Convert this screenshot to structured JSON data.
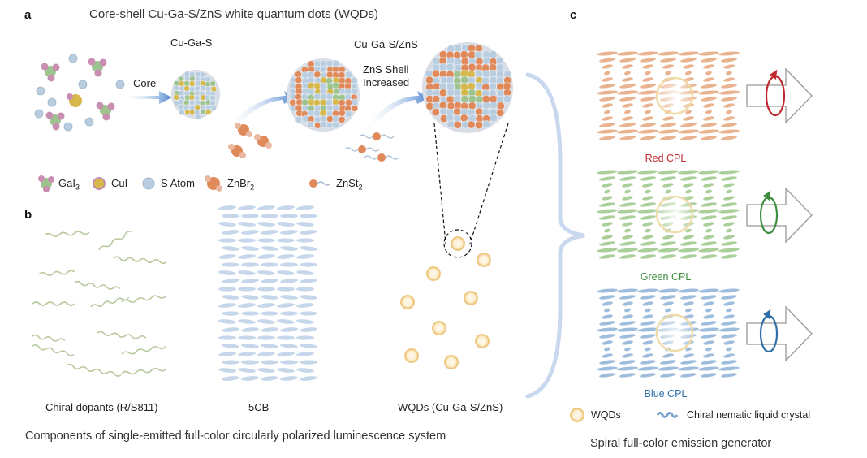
{
  "colors": {
    "arrow_blue": "#5b8fd0",
    "shell_orange": "#e0895a",
    "s_atom": "#b9cde0",
    "ga": "#9dc48f",
    "cu": "#d7b84a",
    "zn_pink": "#c98fb3",
    "wqd": "#f3d89b",
    "red_cpl": "#c0282d",
    "green_cpl": "#3c8c3f",
    "blue_cpl": "#2f6fa8",
    "orange_lc": "#e39a6a",
    "green_lc": "#8fbf78",
    "blue_lc": "#7ea6cf",
    "dopant": "#b9c9a0",
    "cb_lc": "#b8cde6"
  },
  "panel_a": {
    "letter": "a",
    "title": "Core-shell Cu-Ga-S/ZnS white quantum dots (WQDs)",
    "core_step": "Core",
    "cugas_label": "Cu-Ga-S",
    "shell_label": "Cu-Ga-S/ZnS",
    "shell_step_line1": "ZnS Shell",
    "shell_step_line2": "Increased",
    "legend": {
      "gai3": "GaI",
      "gai3_sub": "3",
      "cui": "CuI",
      "s_atom": "S Atom",
      "znbr2": "ZnBr",
      "znbr2_sub": "2",
      "znst2": "ZnSt",
      "znst2_sub": "2"
    }
  },
  "panel_b": {
    "letter": "b",
    "dopants_label": "Chiral dopants (R/S811)",
    "cb_label": "5CB",
    "wqds_label": "WQDs (Cu-Ga-S/ZnS)",
    "caption": "Components of single-emitted full-color circularly polarized luminescence system"
  },
  "panel_c": {
    "letter": "c",
    "red_label": "Red CPL",
    "green_label": "Green CPL",
    "blue_label": "Blue CPL",
    "legend_wqds": "WQDs",
    "legend_lc": "Chiral nematic liquid crystal",
    "caption": "Spiral full-color emission generator"
  }
}
